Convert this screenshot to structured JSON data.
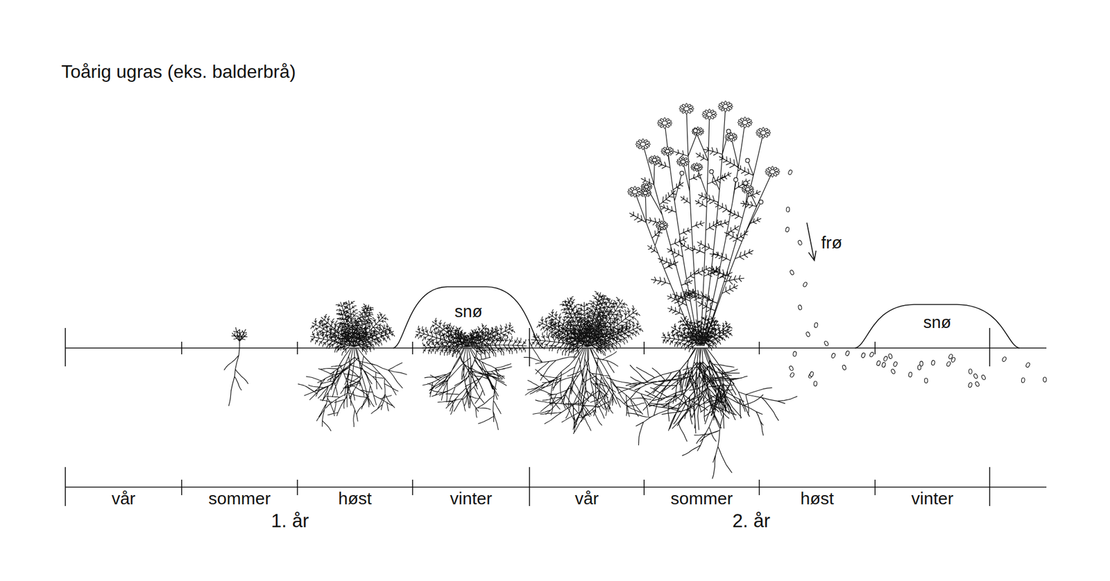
{
  "diagram": {
    "title": "Toårig ugras (eks. balderbrå)",
    "nodes": [
      {
        "text": [
          "snø"
        ]
      },
      {
        "text": [
          "snø"
        ]
      }
    ],
    "labels": [
      "frø",
      "vår",
      "sommer",
      "høst",
      "vinter",
      "vår",
      "sommer",
      "høst",
      "vinter",
      "1. år",
      "2. år"
    ]
  }
}
